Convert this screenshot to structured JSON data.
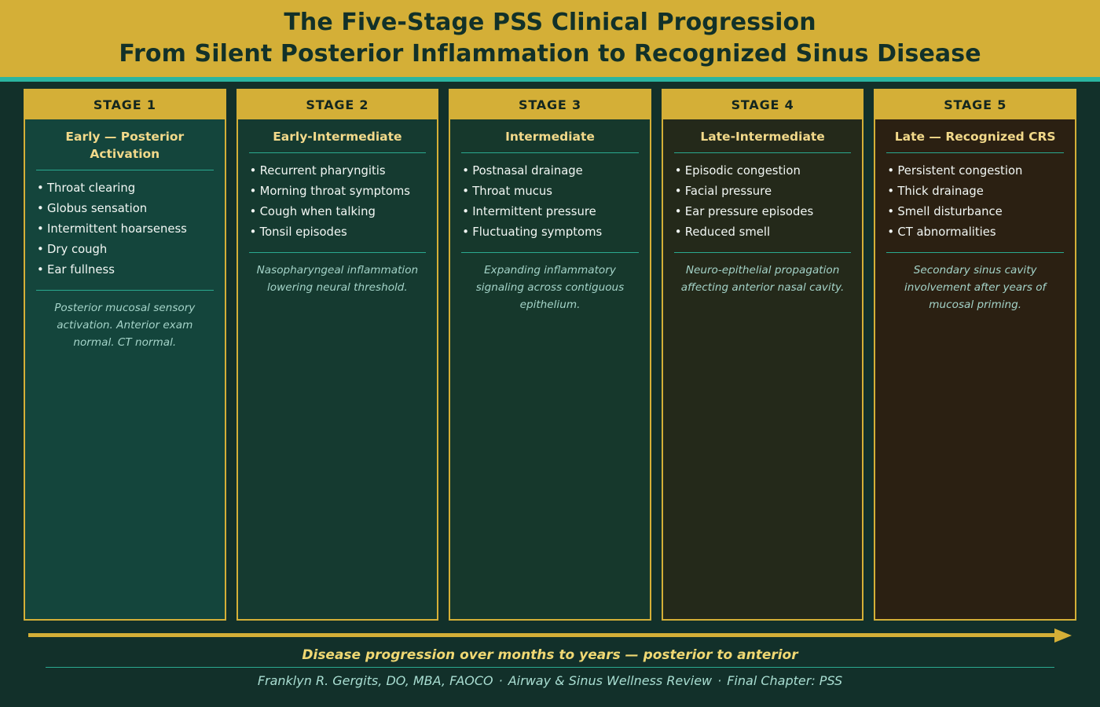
{
  "header": {
    "title_line_1": "The Five-Stage PSS Clinical Progression",
    "title_line_2": "From Silent Posterior Inflammation to Recognized Sinus Disease"
  },
  "colors": {
    "gold": "#d4af37",
    "page_background": "#12302a",
    "accent_teal": "#2bb5a0",
    "subtitle_gold": "#f2d98a",
    "note_teal": "#a4d3c8",
    "bullet_text": "#f2f7f4"
  },
  "stages": [
    {
      "label": "STAGE 1",
      "subtitle": "Early — Posterior Activation",
      "background": "#14453c",
      "bullets": [
        "Throat clearing",
        "Globus sensation",
        "Intermittent hoarseness",
        "Dry cough",
        "Ear fullness"
      ],
      "note": "Posterior mucosal sensory activation. Anterior exam normal. CT normal."
    },
    {
      "label": "STAGE 2",
      "subtitle": "Early-Intermediate",
      "background": "#153a30",
      "bullets": [
        "Recurrent pharyngitis",
        "Morning throat symptoms",
        "Cough when talking",
        "Tonsil episodes"
      ],
      "note": "Nasopharyngeal inflammation lowering neural threshold."
    },
    {
      "label": "STAGE 3",
      "subtitle": "Intermediate",
      "background": "#16382c",
      "bullets": [
        "Postnasal drainage",
        "Throat mucus",
        "Intermittent pressure",
        "Fluctuating symptoms"
      ],
      "note": "Expanding inflammatory signaling across contiguous epithelium."
    },
    {
      "label": "STAGE 4",
      "subtitle": "Late-Intermediate",
      "background": "#24291a",
      "bullets": [
        "Episodic congestion",
        "Facial pressure",
        "Ear pressure episodes",
        "Reduced smell"
      ],
      "note": "Neuro-epithelial propagation affecting anterior nasal cavity."
    },
    {
      "label": "STAGE 5",
      "subtitle": "Late — Recognized CRS",
      "background": "#2b2012",
      "bullets": [
        "Persistent congestion",
        "Thick drainage",
        "Smell disturbance",
        "CT abnormalities"
      ],
      "note": "Secondary sinus cavity involvement after years of mucosal priming."
    }
  ],
  "footer": {
    "progression_caption": "Disease progression over months to years — posterior to anterior",
    "author": "Franklyn R. Gergits, DO, MBA, FAOCO",
    "separator": "·",
    "publication": "Airway & Sinus Wellness Review",
    "chapter": "Final Chapter: PSS"
  }
}
